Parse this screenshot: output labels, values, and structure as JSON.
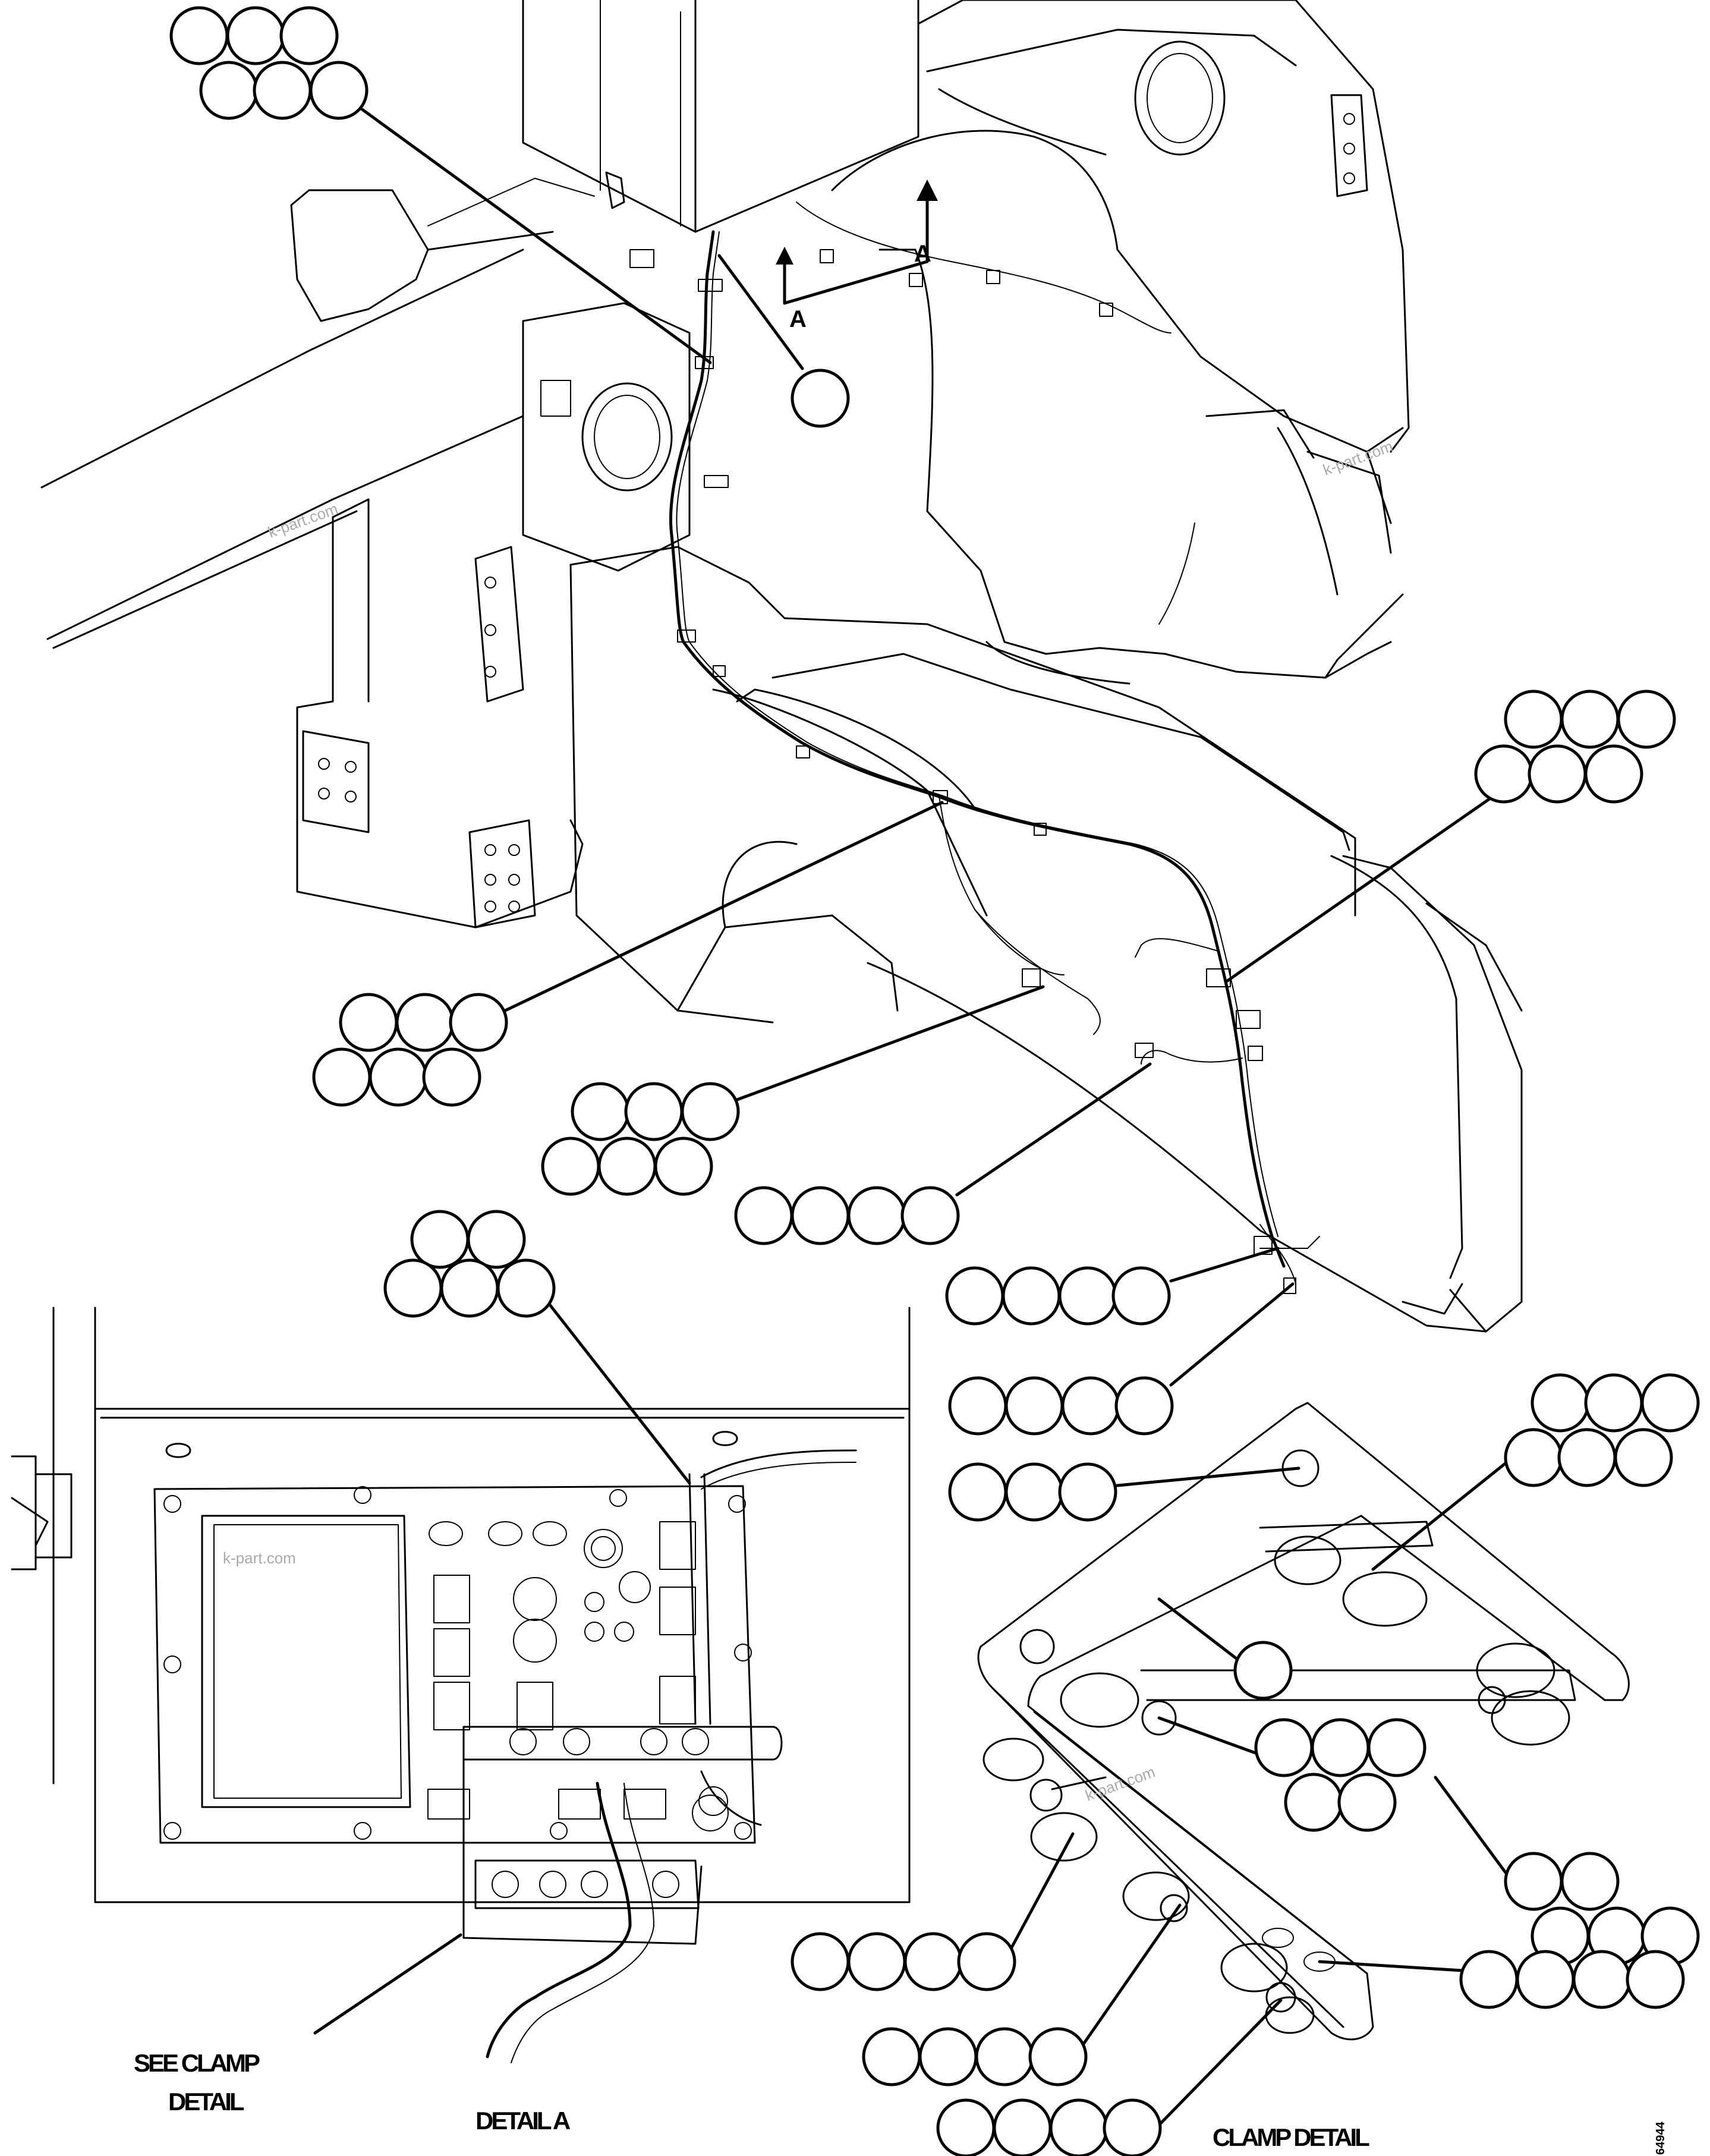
{
  "labels": {
    "see_clamp_line1": "SEE CLAMP",
    "see_clamp_line2": "DETAIL",
    "detail_a": "DETAIL A",
    "clamp_detail": "CLAMP DETAIL",
    "section_a_left": "A",
    "section_a_right": "A",
    "figure_number": "64944"
  },
  "watermarks": [
    "k-part.com",
    "k-part.com",
    "k-part.com",
    "k-part.com"
  ]
}
